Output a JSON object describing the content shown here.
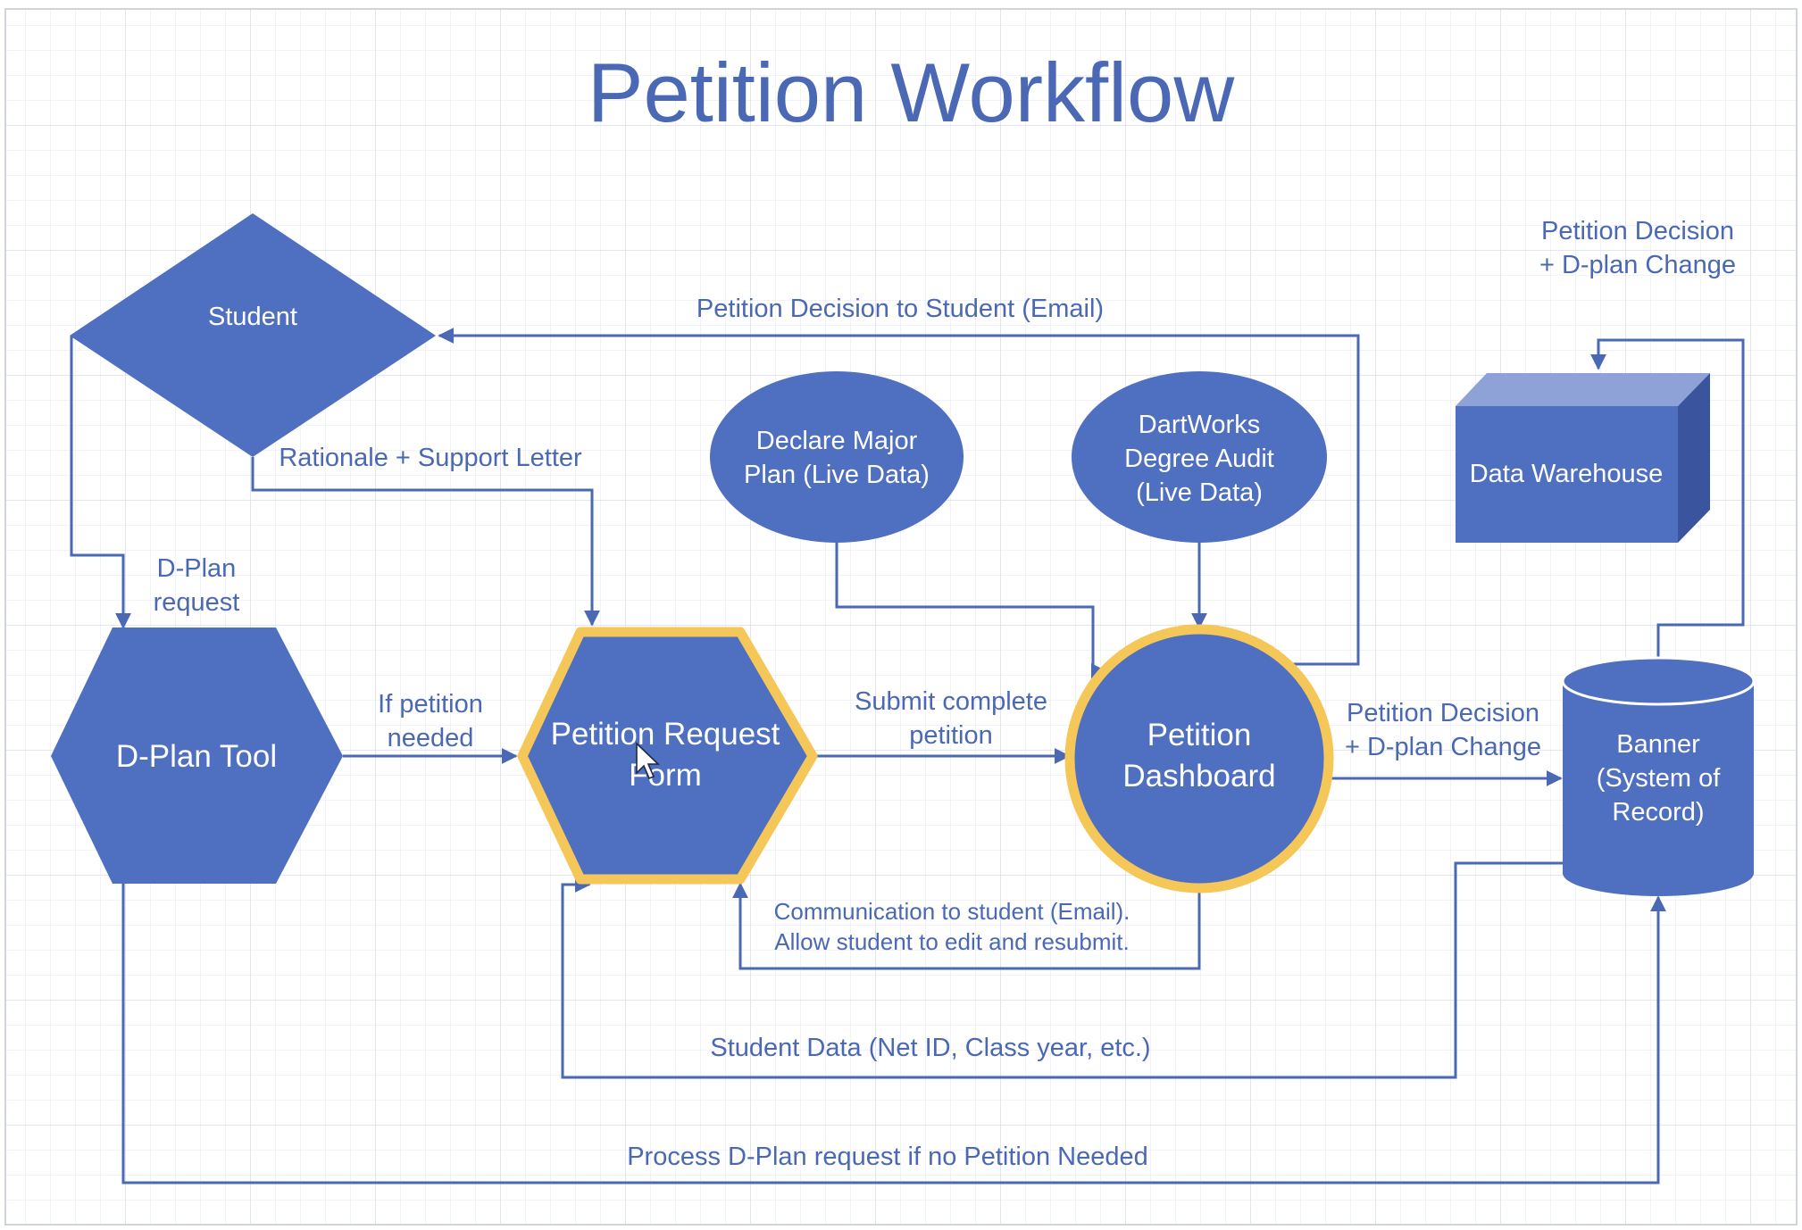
{
  "title": "Petition Workflow",
  "colors": {
    "shape_fill": "#4f6fc0",
    "connector": "#4a68b3",
    "highlight": "#f5c658",
    "grid": "#dfe3ea"
  },
  "nodes": {
    "student": "Student",
    "dplan_tool": "D-Plan Tool",
    "petition_form": [
      "Petition Request",
      "Form"
    ],
    "declare_major": [
      "Declare Major",
      "Plan (Live Data)"
    ],
    "dartworks": [
      "DartWorks",
      "Degree Audit",
      "(Live Data)"
    ],
    "dashboard": [
      "Petition",
      "Dashboard"
    ],
    "data_warehouse": "Data Warehouse",
    "banner": [
      "Banner",
      "(System of",
      "Record)"
    ]
  },
  "edges": {
    "decision_to_student": "Petition Decision to Student (Email)",
    "rationale": "Rationale + Support Letter",
    "dplan_request": [
      "D-Plan",
      "request"
    ],
    "if_petition": [
      "If petition",
      "needed"
    ],
    "submit_complete": [
      "Submit complete",
      "petition"
    ],
    "decision_to_banner": [
      "Petition Decision",
      "+ D-plan Change"
    ],
    "decision_to_warehouse": [
      "Petition Decision",
      "+ D-plan Change"
    ],
    "communication": [
      "Communication to student (Email).",
      "Allow student to edit and resubmit."
    ],
    "student_data": "Student Data (Net ID, Class year, etc.)",
    "process_dplan": "Process D-Plan request if no Petition Needed"
  }
}
